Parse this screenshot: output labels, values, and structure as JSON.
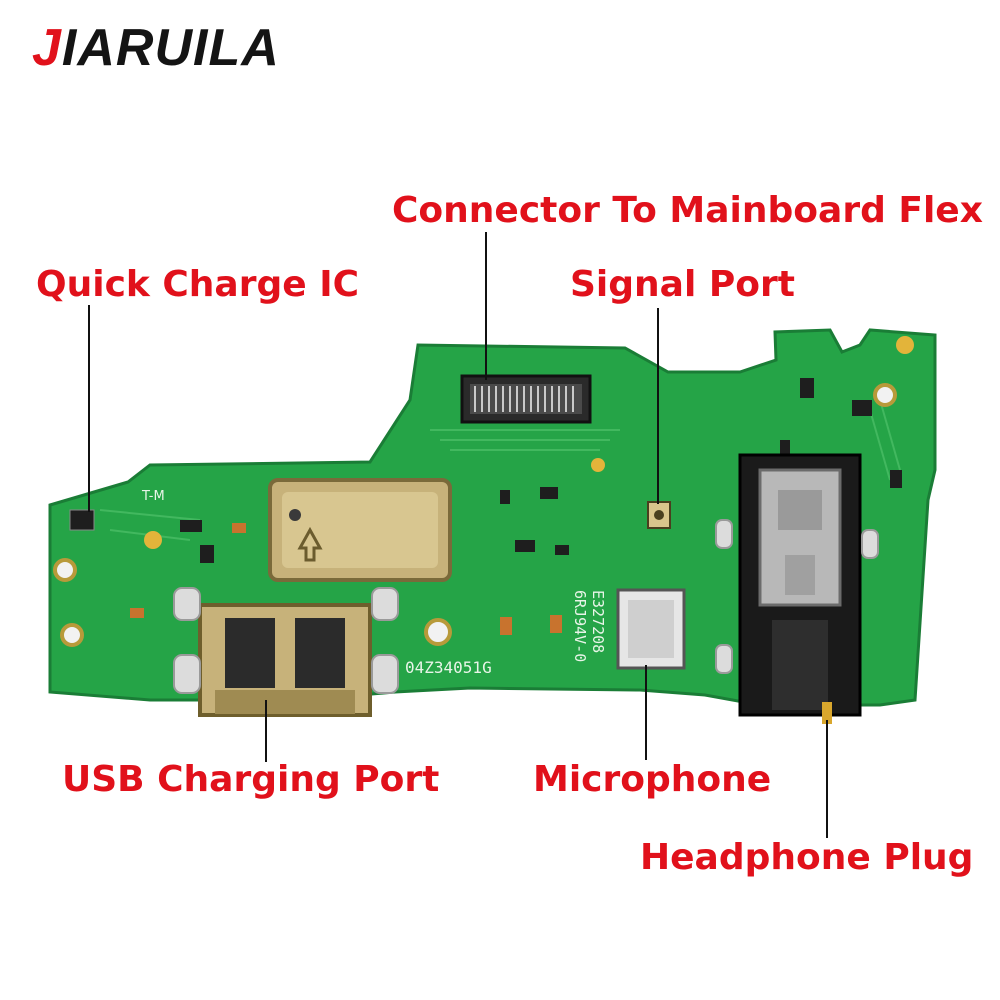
{
  "brand": {
    "logo_first_letter": "J",
    "logo_rest": "IARUILA",
    "color_accent": "#e1111b",
    "color_text": "#141414"
  },
  "callouts": {
    "connector": "Connector To Mainboard Flex",
    "signal_port": "Signal Port",
    "quick_charge": "Quick Charge IC",
    "usb_port": "USB Charging Port",
    "microphone": "Microphone",
    "headphone": "Headphone Plug",
    "label_color": "#e1111b"
  },
  "board_print": {
    "serial": "04Z34051G",
    "code": "E327208",
    "rating": "6RJ94V-0",
    "mark": "T-M"
  },
  "colors": {
    "pcb": "#25a447",
    "pcb_dark": "#1d8c3b",
    "metal": "#c7b27a",
    "gold": "#e3b43a"
  }
}
